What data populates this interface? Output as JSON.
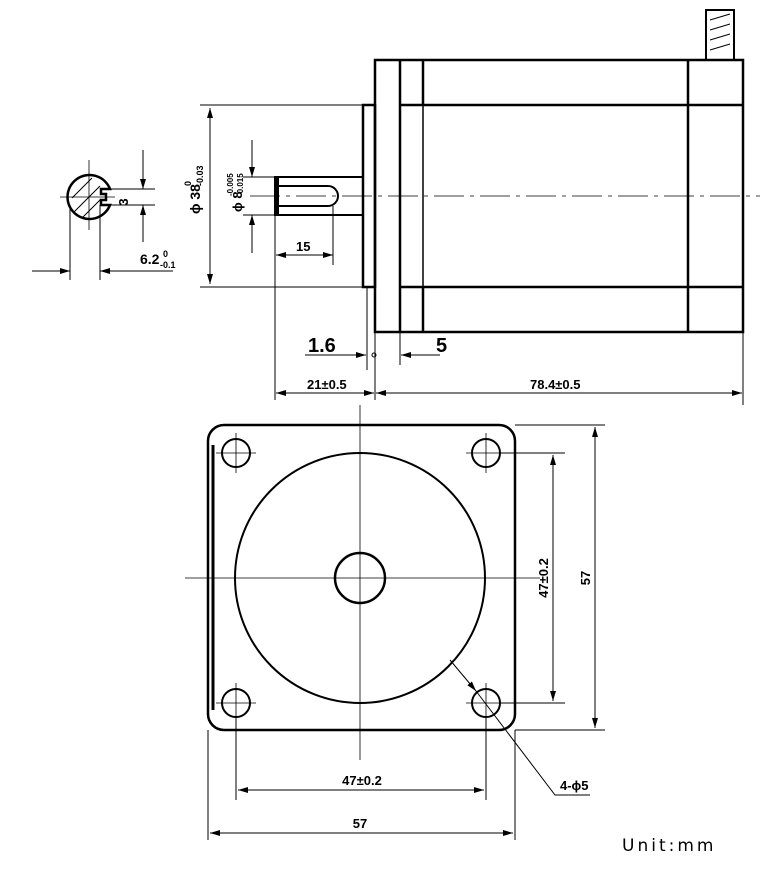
{
  "drawing": {
    "section_view": {
      "key_width": "3",
      "key_depth": "6.2",
      "key_depth_tol_upper": "0",
      "key_depth_tol_lower": "-0.1"
    },
    "side_view": {
      "pilot_diameter": "ϕ 38",
      "pilot_tol_upper": "0",
      "pilot_tol_lower": "-0.03",
      "shaft_diameter": "ϕ 8",
      "shaft_tol_upper": "-0.005",
      "shaft_tol_lower": "-0.015",
      "key_length": "15",
      "pilot_depth": "1.6",
      "flange_thickness": "5",
      "shaft_length": "21±0.5",
      "body_length": "78.4±0.5"
    },
    "front_view": {
      "hole_spacing_h": "47±0.2",
      "hole_spacing_v": "47±0.2",
      "flange_width": "57",
      "flange_height": "57",
      "hole_callout": "4-ϕ5"
    },
    "unit_label": "Unit:mm"
  }
}
